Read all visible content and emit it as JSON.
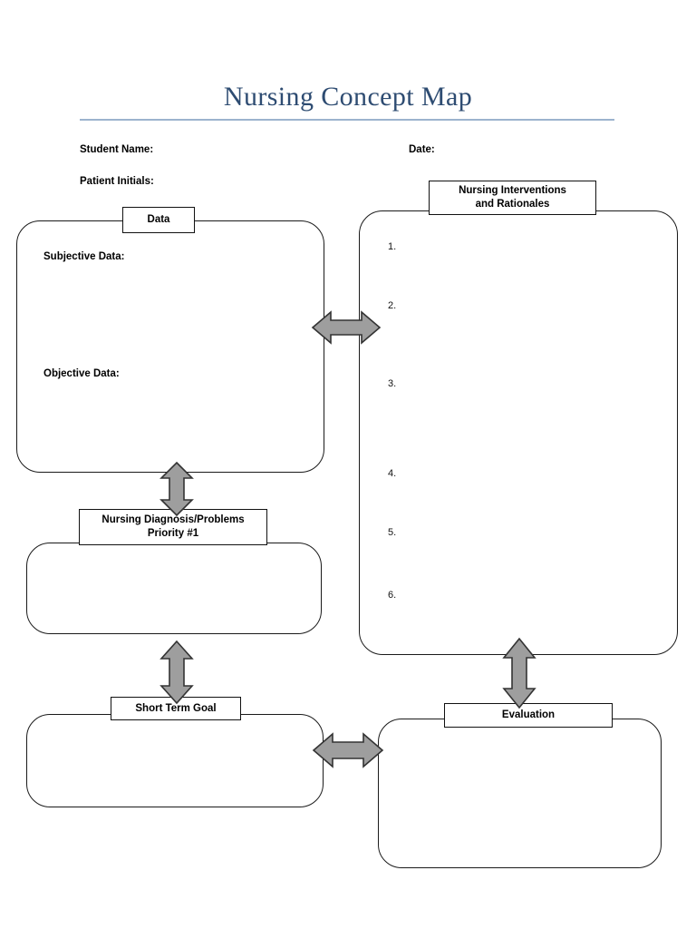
{
  "document": {
    "title": "Nursing Concept Map",
    "rule_color": "#9CB3CE",
    "title_color": "#2E4C72"
  },
  "form_fields": [
    {
      "label": "Student Name:"
    },
    {
      "label": "Date:"
    },
    {
      "label": "Patient Initials:"
    }
  ],
  "sections": {
    "data": {
      "tag": "Data",
      "subjective_label": "Subjective Data:",
      "objective_label": "Objective Data:"
    },
    "interventions": {
      "tag_line1": "Nursing Interventions",
      "tag_line2": "and Rationales",
      "items": [
        "1.",
        "2.",
        "3.",
        "4.",
        "5.",
        "6."
      ]
    },
    "diagnosis": {
      "tag_line1": "Nursing Diagnosis/Problems",
      "tag_line2": "Priority #1"
    },
    "short_term_goal": {
      "tag": "Short Term Goal"
    },
    "evaluation": {
      "tag": "Evaluation"
    }
  },
  "connectors": [
    {
      "name": "data-to-interventions",
      "direction": "horizontal-double"
    },
    {
      "name": "data-to-diagnosis",
      "direction": "vertical-double"
    },
    {
      "name": "diagnosis-to-short-term-goal",
      "direction": "vertical-double"
    },
    {
      "name": "interventions-to-evaluation",
      "direction": "vertical-double"
    },
    {
      "name": "short-term-goal-to-evaluation",
      "direction": "horizontal-double"
    }
  ],
  "colors": {
    "arrow_fill": "#9E9E9E",
    "arrow_stroke": "#333333",
    "box_border": "#1a1a1a"
  }
}
